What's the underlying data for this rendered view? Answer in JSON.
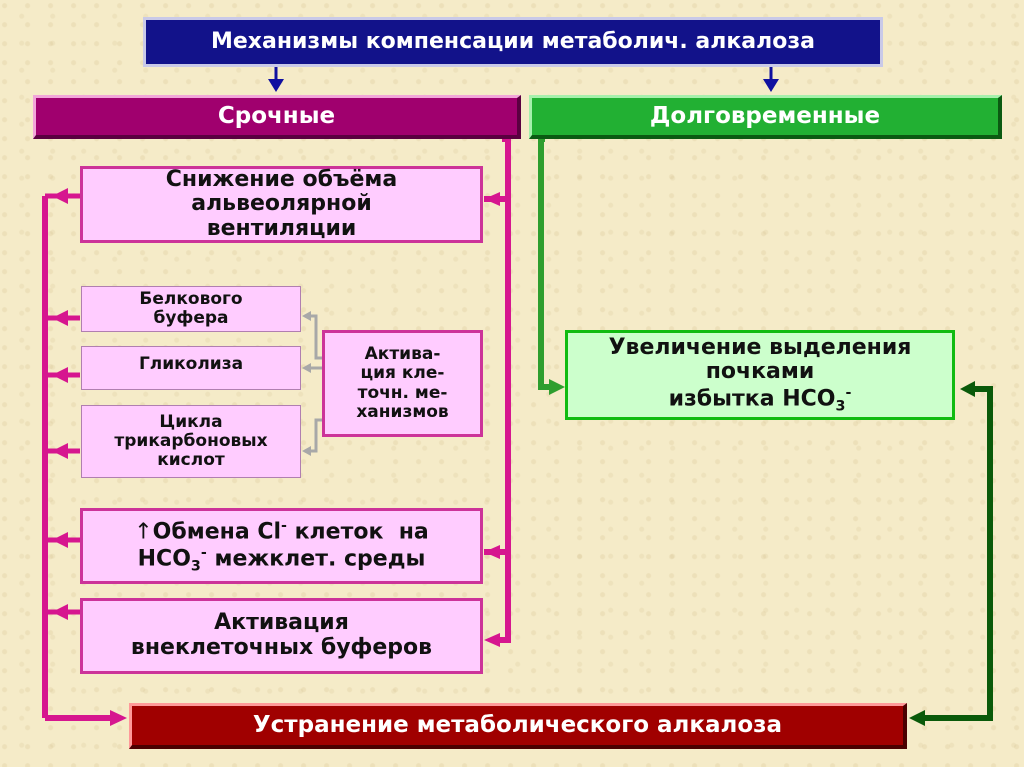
{
  "title": "Механизмы компенсации метаболич. алкалоза",
  "urgent_header": "Срочные",
  "long_term_header": "Долговременные",
  "ventilation": "Снижение объёма\nальвеолярной\nвентиляции",
  "protein_buffer": "Белкового\nбуфера",
  "glycolysis": "Гликолиза",
  "tca_cycle": "Цикла\nтрикарбоновых\nкислот",
  "cell_activation": "Актива-\nция кле-\nточн. ме-\nханизмов",
  "chloride_exchange": {
    "arrow": "↑",
    "line1_a": "Обмена Cl",
    "line1_sup": "-",
    "line1_b": " клеток  на",
    "line2_a": "HCO",
    "line2_sub": "3",
    "line2_sup": "-",
    "line2_b": " межклет. среды"
  },
  "extracellular_buffers": "Активация\nвнеклеточных буферов",
  "renal_excretion": {
    "line1": "Увеличение выделения",
    "line2": "почками",
    "line3_a": "избытка HCO",
    "line3_sub": "3",
    "line3_sup": "-"
  },
  "result": "Устранение метаболического алкалоза",
  "colors": {
    "magenta_line": "#d6168f",
    "green_line": "#2e9e2e",
    "dark_green_line": "#0a5a0a",
    "gray_line": "#a8a8a8",
    "blue_arrow": "#1010a0"
  }
}
